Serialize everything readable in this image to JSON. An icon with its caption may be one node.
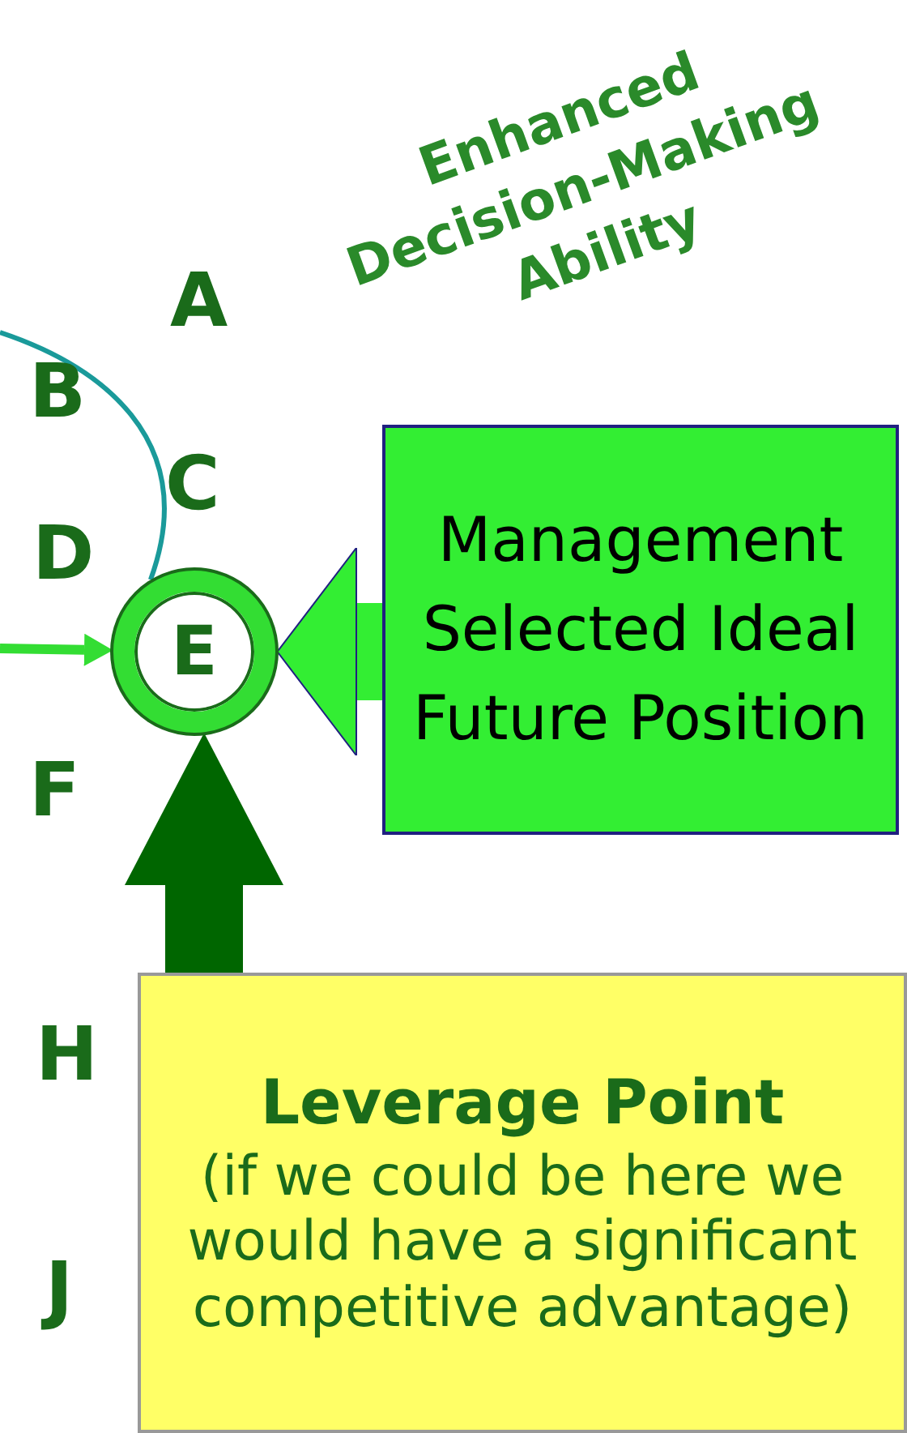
{
  "diagram": {
    "nodes": [
      {
        "text": [
          "E"
        ]
      },
      {
        "text": [
          "Management Selected Ideal Future Position"
        ]
      },
      {
        "text": [
          "Leverage Point",
          "(if we could be here we would have a significant competitive advantage)"
        ]
      }
    ],
    "edges": [
      {
        "from": null,
        "to": 0,
        "arrow": "none",
        "color": "#1a9a9a"
      },
      {
        "from": null,
        "to": 0,
        "arrow": "to",
        "color": "#33dd33"
      },
      {
        "from": 1,
        "to": 0,
        "arrow": "to",
        "style": "thick",
        "color": "#33ee33"
      },
      {
        "from": 2,
        "to": 0,
        "arrow": "to",
        "style": "thick",
        "color": "#006600"
      }
    ],
    "labels": [
      "Enhanced Decision-Making Ability",
      "A",
      "B",
      "C",
      "D",
      "F",
      "H",
      "J"
    ]
  }
}
